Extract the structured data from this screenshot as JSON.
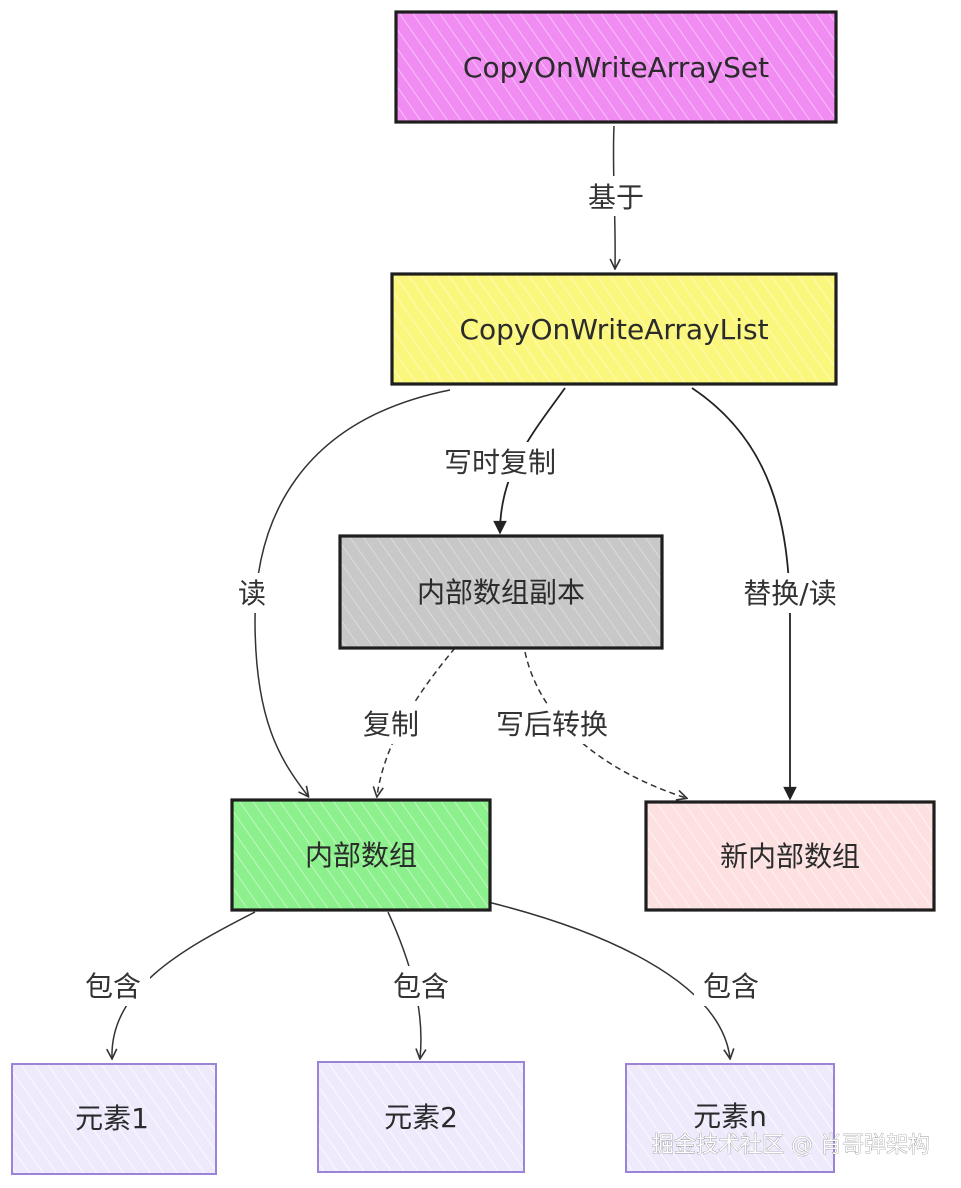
{
  "nodes": {
    "cow_set": {
      "label": "CopyOnWriteArraySet",
      "fill": "#f08cf2",
      "stroke": "#1e1e1e"
    },
    "cow_list": {
      "label": "CopyOnWriteArrayList",
      "fill": "#fbf77c",
      "stroke": "#1e1e1e"
    },
    "array_copy": {
      "label": "内部数组副本",
      "fill": "#c8c8c8",
      "stroke": "#1e1e1e"
    },
    "internal_array": {
      "label": "内部数组",
      "fill": "#8cf08c",
      "stroke": "#1e1e1e"
    },
    "new_array": {
      "label": "新内部数组",
      "fill": "#fde0e0",
      "stroke": "#1e1e1e"
    },
    "element_1": {
      "label": "元素1",
      "fill": "#eeeafc",
      "stroke": "#9b84d8"
    },
    "element_2": {
      "label": "元素2",
      "fill": "#eeeafc",
      "stroke": "#9b84d8"
    },
    "element_n": {
      "label": "元素n",
      "fill": "#eeeafc",
      "stroke": "#9b84d8"
    }
  },
  "edges": {
    "based_on": "基于",
    "copy_on_write": "写时复制",
    "read": "读",
    "replace_read": "替换/读",
    "copy": "复制",
    "convert_after_write": "写后转换",
    "contains_1": "包含",
    "contains_2": "包含",
    "contains_n": "包含"
  },
  "watermark": "掘金技术社区 @ 肖哥弹架构"
}
